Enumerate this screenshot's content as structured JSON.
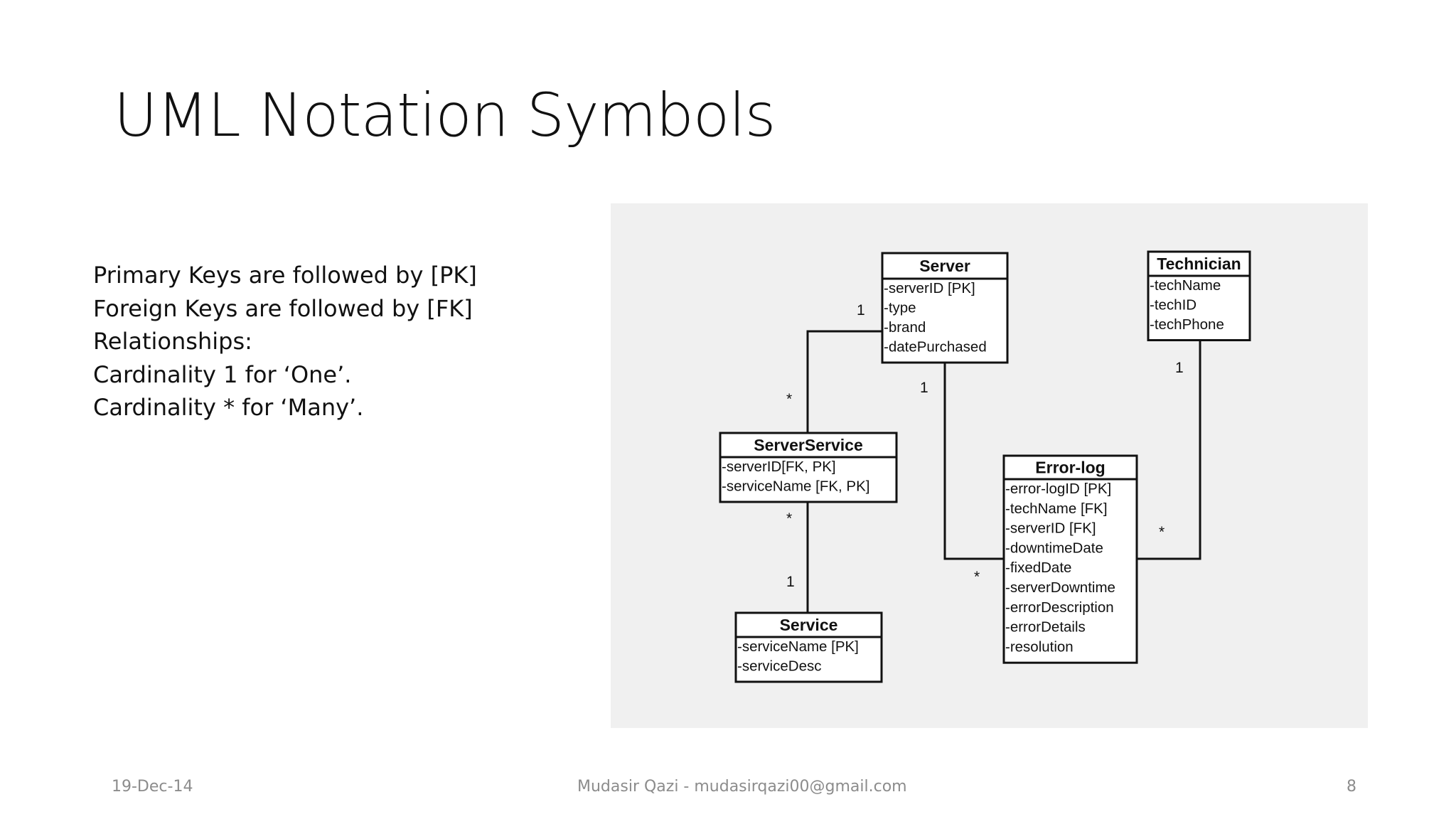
{
  "slide": {
    "title": "UML Notation Symbols",
    "bullets": [
      "Primary Keys are followed by [PK]",
      "Foreign Keys are followed by [FK]",
      "Relationships:",
      "Cardinality 1 for ‘One’.",
      "Cardinality * for ‘Many’."
    ]
  },
  "diagram": {
    "classes": {
      "server": {
        "name": "Server",
        "attributes": [
          "-serverID [PK]",
          "-type",
          "-brand",
          "-datePurchased"
        ]
      },
      "technician": {
        "name": "Technician",
        "attributes": [
          "-techName",
          "-techID",
          "-techPhone"
        ]
      },
      "serverservice": {
        "name": "ServerService",
        "attributes": [
          "-serverID[FK, PK]",
          "-serviceName [FK, PK]"
        ]
      },
      "errorlog": {
        "name": "Error-log",
        "attributes": [
          "-error-logID [PK]",
          "-techName [FK]",
          "-serverID [FK]",
          "-downtimeDate",
          "-fixedDate",
          "-serverDowntime",
          "-errorDescription",
          "-errorDetails",
          "-resolution"
        ]
      },
      "service": {
        "name": "Service",
        "attributes": [
          "-serviceName [PK]",
          "-serviceDesc"
        ]
      }
    },
    "multiplicities": {
      "server_to_serverservice_server_end": "1",
      "server_to_serverservice_serverservice_end": "*",
      "server_to_errorlog_server_end": "1",
      "server_to_errorlog_errorlog_end": "*",
      "technician_to_errorlog_technician_end": "1",
      "technician_to_errorlog_errorlog_end": "*",
      "serverservice_to_service_serverservice_end": "*",
      "serverservice_to_service_service_end": "1"
    },
    "colors": {
      "panel_background": "#f0f0f0",
      "class_fill": "#ffffff",
      "line": "#111111"
    }
  },
  "footer": {
    "date": "19-Dec-14",
    "author": "Mudasir Qazi - mudasirqazi00@gmail.com",
    "page_number": "8"
  }
}
